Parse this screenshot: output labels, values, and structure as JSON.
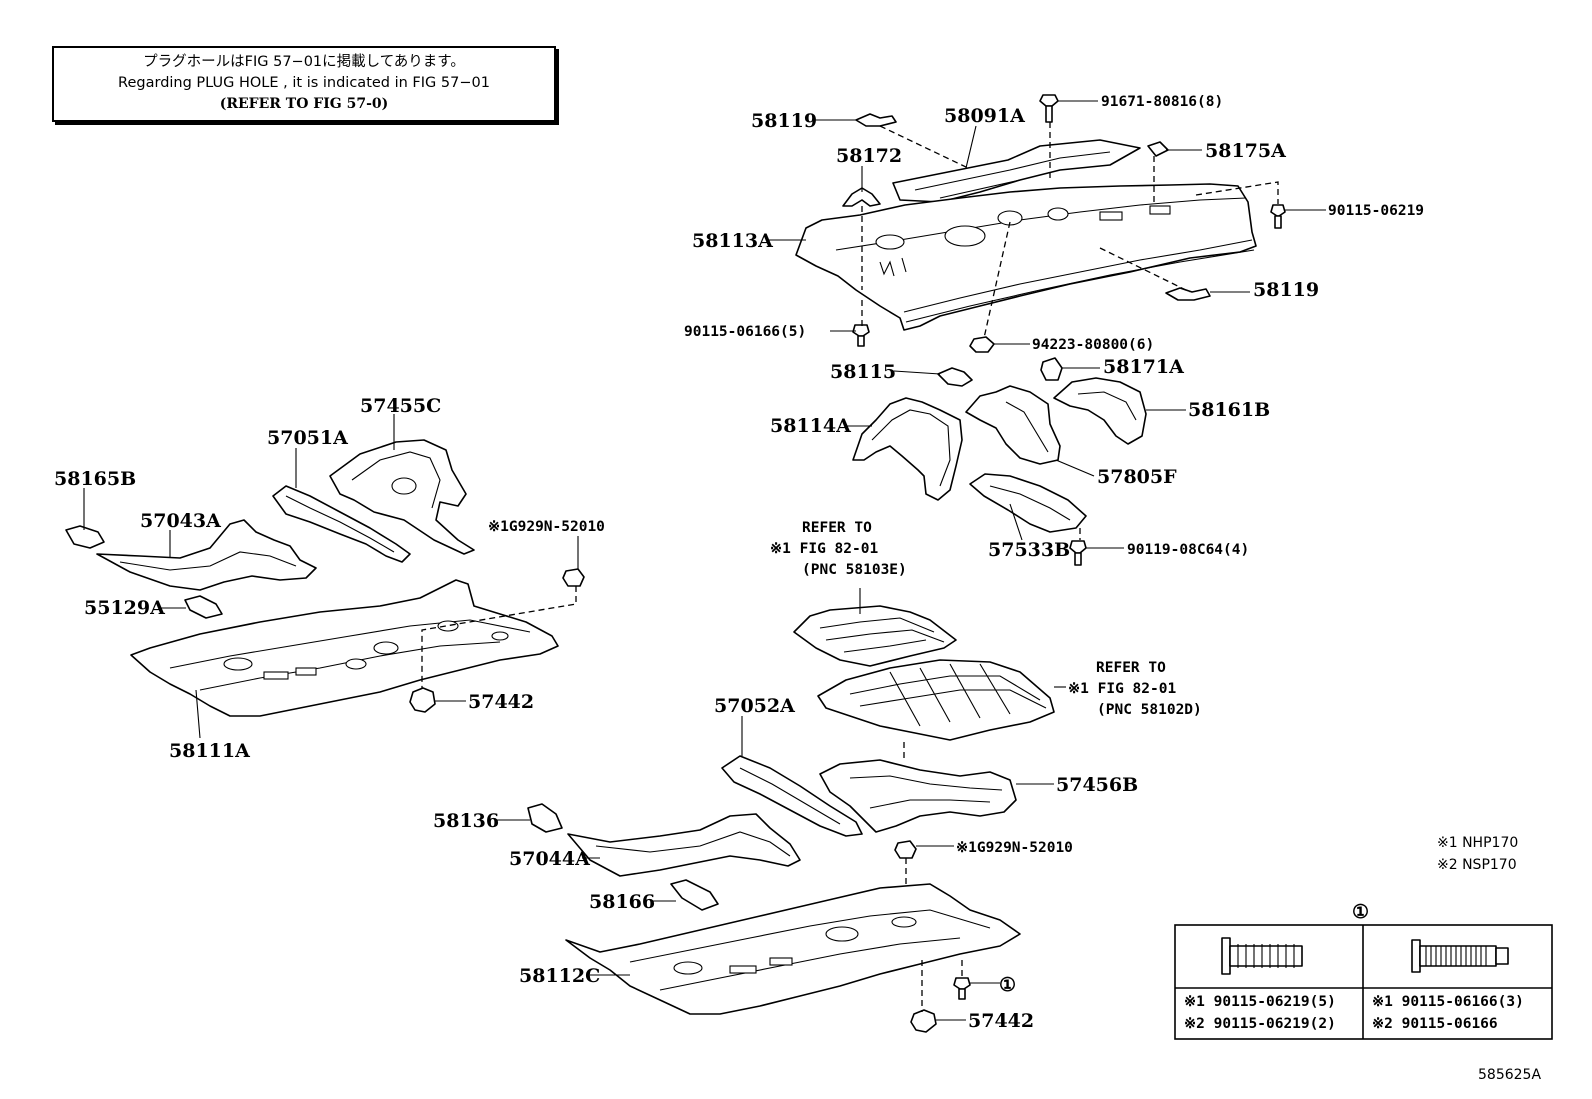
{
  "note": {
    "line1": "プラグホールはFIG 57−01に掲載してあります。",
    "line2": "Regarding PLUG HOLE , it is indicated in FIG 57−01",
    "line3": "(REFER TO FIG 57-0)"
  },
  "labels": {
    "p58119_top": "58119",
    "p58091A": "58091A",
    "p91671": "91671-80816(8)",
    "p58175A": "58175A",
    "p58172": "58172",
    "p90115_06219": "90115-06219",
    "p58113A": "58113A",
    "p58119_right": "58119",
    "p90115_06166": "90115-06166(5)",
    "p94223": "94223-80800(6)",
    "p58115": "58115",
    "p58171A": "58171A",
    "p58114A": "58114A",
    "p58161B": "58161B",
    "p57805F": "57805F",
    "p57533B": "57533B",
    "p90119": "90119-08C64(4)",
    "p57455C": "57455C",
    "p57051A": "57051A",
    "p58165B": "58165B",
    "p57043A": "57043A",
    "p1G929N_left": "※1G929N-52010",
    "p55129A": "55129A",
    "p57442_left": "57442",
    "p58111A": "58111A",
    "p57052A": "57052A",
    "p57456B": "57456B",
    "p58136": "58136",
    "p1G929N_right": "※1G929N-52010",
    "p57044A": "57044A",
    "p58166": "58166",
    "p58112C": "58112C",
    "p57442_bottom": "57442",
    "p_circle1": "①"
  },
  "refer_a": {
    "l1": "REFER TO",
    "l2": "※1 FIG 82-01",
    "l3": "(PNC 58103E)"
  },
  "refer_b": {
    "l1": "REFER TO",
    "l2": "※1 FIG 82-01",
    "l3": "(PNC 58102D)"
  },
  "legend": {
    "m1": "※1 NHP170",
    "m2": "※2 NSP170"
  },
  "bolt_table": {
    "title": "①",
    "left": {
      "r1": "※1 90115-06219(5)",
      "r2": "※2 90115-06219(2)"
    },
    "right": {
      "r1": "※1 90115-06166(3)",
      "r2": "※2 90115-06166"
    }
  },
  "figure_id": "585625A"
}
